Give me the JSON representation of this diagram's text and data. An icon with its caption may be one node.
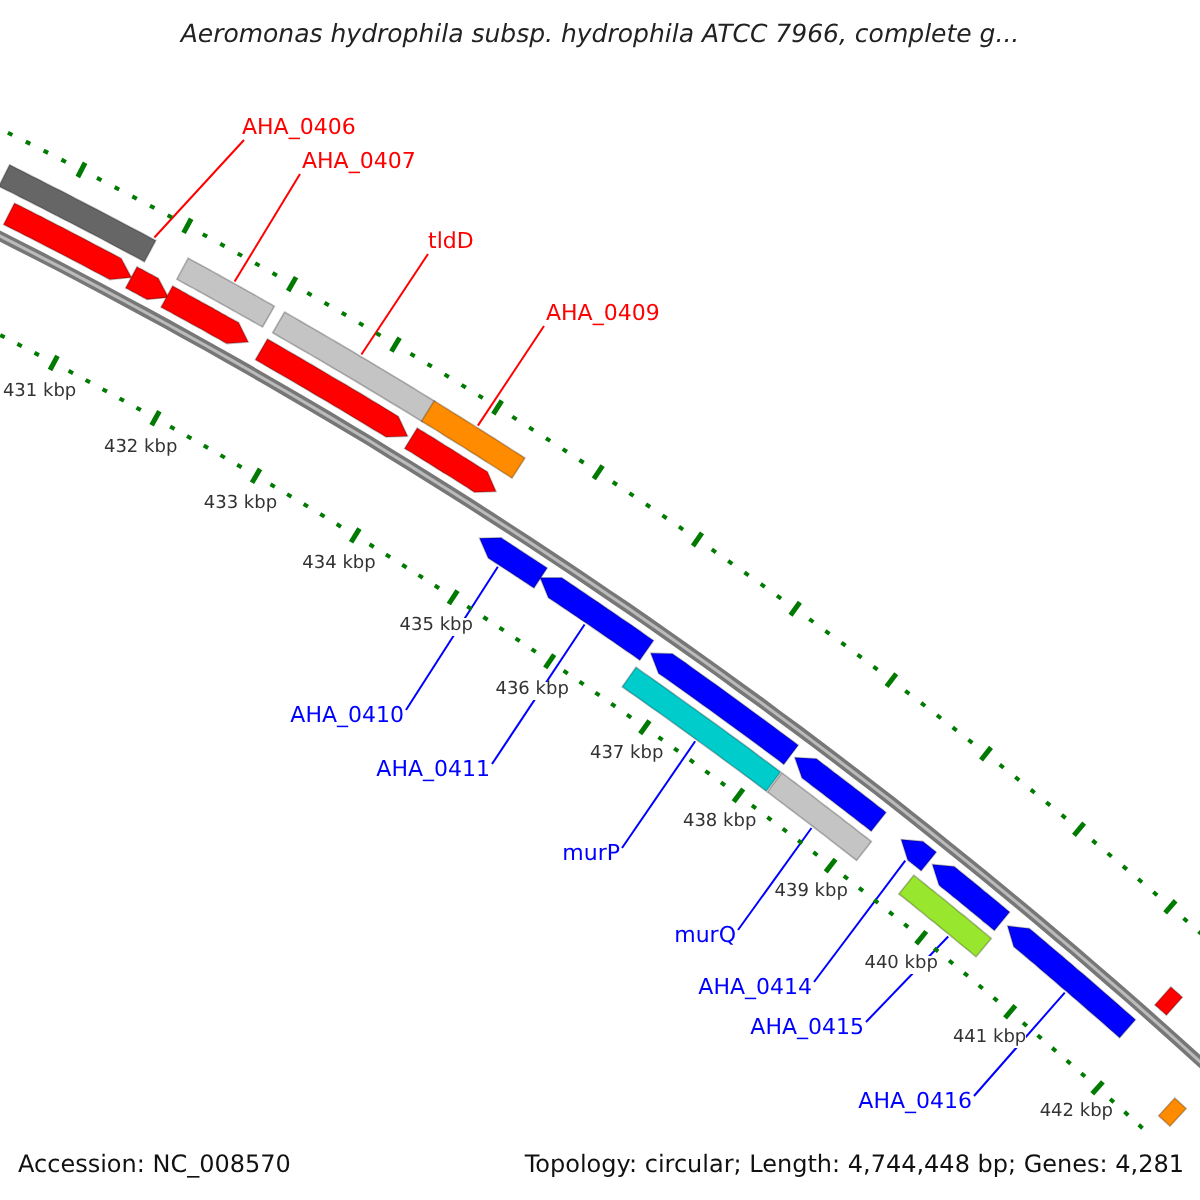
{
  "diagram": {
    "title": "Aeromonas hydrophila subsp. hydrophila ATCC 7966, complete g...",
    "nodes": [
      {
        "text": [
          "AHA_0406"
        ]
      },
      {
        "text": [
          "AHA_0407"
        ]
      },
      {
        "text": [
          "tldD"
        ]
      },
      {
        "text": [
          "AHA_0409"
        ]
      },
      {
        "text": [
          "AHA_0410"
        ]
      },
      {
        "text": [
          "AHA_0411"
        ]
      },
      {
        "text": [
          "murP"
        ]
      },
      {
        "text": [
          "murQ"
        ]
      },
      {
        "text": [
          "AHA_0414"
        ]
      },
      {
        "text": [
          "AHA_0415"
        ]
      },
      {
        "text": [
          "AHA_0416"
        ]
      },
      {
        "text": [],
        "shape": "bar"
      },
      {
        "text": [],
        "shape": "bar"
      },
      {
        "text": [],
        "shape": "bar"
      },
      {
        "text": [],
        "shape": "bar"
      },
      {
        "text": [],
        "shape": "bar"
      },
      {
        "text": [],
        "shape": "bar"
      },
      {
        "text": [],
        "shape": "bar"
      },
      {
        "text": [],
        "shape": "bar"
      },
      {
        "text": [],
        "shape": "bar"
      },
      {
        "text": [],
        "shape": "bar"
      },
      {
        "text": [],
        "shape": "bar"
      }
    ],
    "edges": [
      {
        "from": 0,
        "to": 11,
        "arrow": "none",
        "color": "#ff0000"
      },
      {
        "from": 1,
        "to": 12,
        "arrow": "none",
        "color": "#ff0000"
      },
      {
        "from": 2,
        "to": 13,
        "arrow": "none",
        "color": "#ff0000"
      },
      {
        "from": 3,
        "to": 14,
        "arrow": "none",
        "color": "#ff0000"
      },
      {
        "from": 4,
        "to": 15,
        "arrow": "none",
        "color": "#0000ff"
      },
      {
        "from": 5,
        "to": 16,
        "arrow": "none",
        "color": "#0000ff"
      },
      {
        "from": 6,
        "to": 17,
        "arrow": "none",
        "color": "#0000ff"
      },
      {
        "from": 7,
        "to": 18,
        "arrow": "none",
        "color": "#0000ff"
      },
      {
        "from": 8,
        "to": 19,
        "arrow": "none",
        "color": "#0000ff"
      },
      {
        "from": 9,
        "to": 20,
        "arrow": "none",
        "color": "#0000ff"
      },
      {
        "from": 10,
        "to": 21,
        "arrow": "none",
        "color": "#0000ff"
      }
    ],
    "labels": [
      "431 kbp",
      "432 kbp",
      "433 kbp",
      "434 kbp",
      "435 kbp",
      "436 kbp",
      "437 kbp",
      "438 kbp",
      "439 kbp",
      "440 kbp",
      "441 kbp",
      "442 kbp",
      "Accession: NC_008570",
      "Topology: circular; Length: 4,744,448 bp; Genes: 4,281"
    ]
  }
}
